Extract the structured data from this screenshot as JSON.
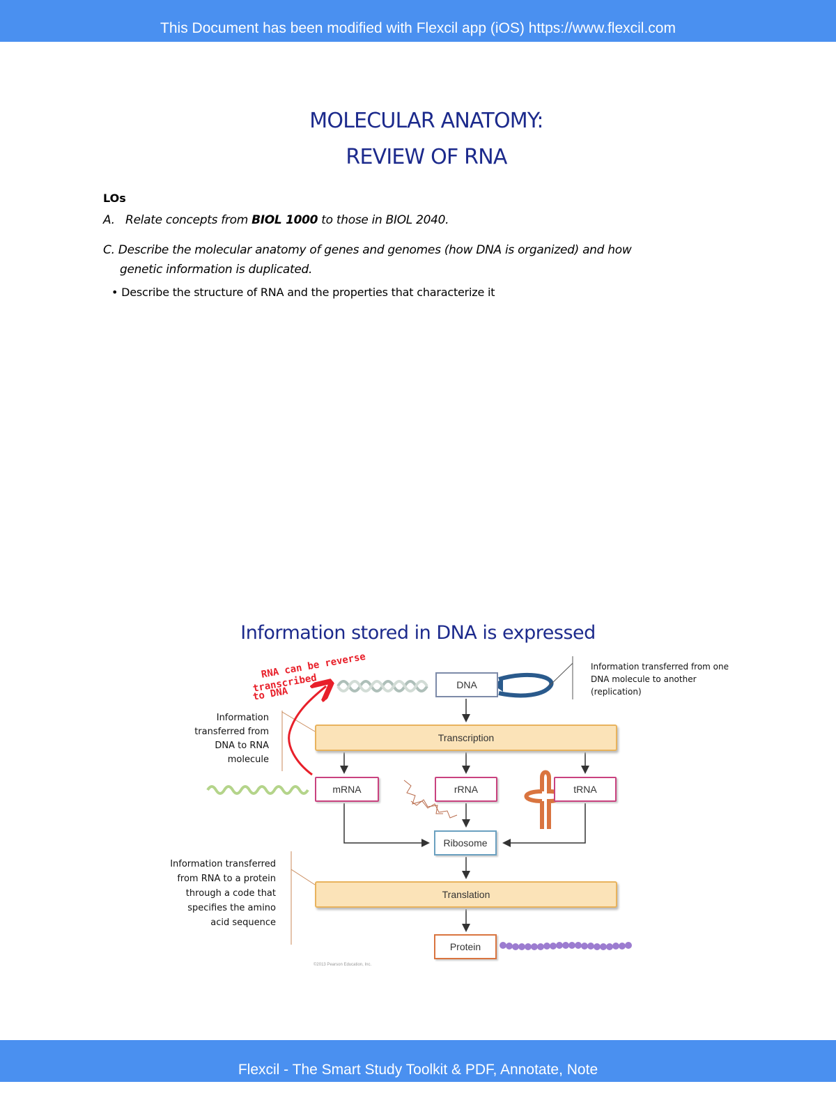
{
  "banner": {
    "top": "This Document has been modified with Flexcil app (iOS) https://www.flexcil.com",
    "bottom": "Flexcil - The Smart Study Toolkit & PDF, Annotate, Note"
  },
  "header": {
    "title_line1": "MOLECULAR ANATOMY:",
    "title_line2": "REVIEW OF RNA"
  },
  "los": {
    "heading": "LOs",
    "a_prefix": "A.   Relate concepts from ",
    "a_bold": "BIOL 1000",
    "a_suffix": " to those in BIOL 2040.",
    "c_line1": "C. Describe the molecular anatomy of genes and genomes (how DNA is organized) and how",
    "c_line2": "genetic information is duplicated.",
    "bullet": "•  Describe the structure of RNA and the properties that characterize it"
  },
  "slide": {
    "title": "Information stored in DNA is expressed",
    "boxes": {
      "dna": "DNA",
      "transcription": "Transcription",
      "mrna": "mRNA",
      "rrna": "rRNA",
      "trna": "tRNA",
      "ribosome": "Ribosome",
      "translation": "Translation",
      "protein": "Protein"
    },
    "notes": {
      "transcription_note": "Information transferred from DNA to RNA molecule",
      "translation_note": "Information transferred from RNA to a protein through a code that specifies the amino acid sequence",
      "replication_note": "Information transferred from one DNA molecule to another (replication)"
    },
    "handwritten": {
      "line1": "RNA can be reverse",
      "line2": "transcribed",
      "line3": "to DNA"
    },
    "credit": "©2013 Pearson Education, Inc."
  },
  "colors": {
    "banner": "#4a90f0",
    "title": "#1c2a8c",
    "process_fill": "#fbe3b8",
    "rna_border": "#c9427f",
    "annotation": "#e8202a"
  }
}
